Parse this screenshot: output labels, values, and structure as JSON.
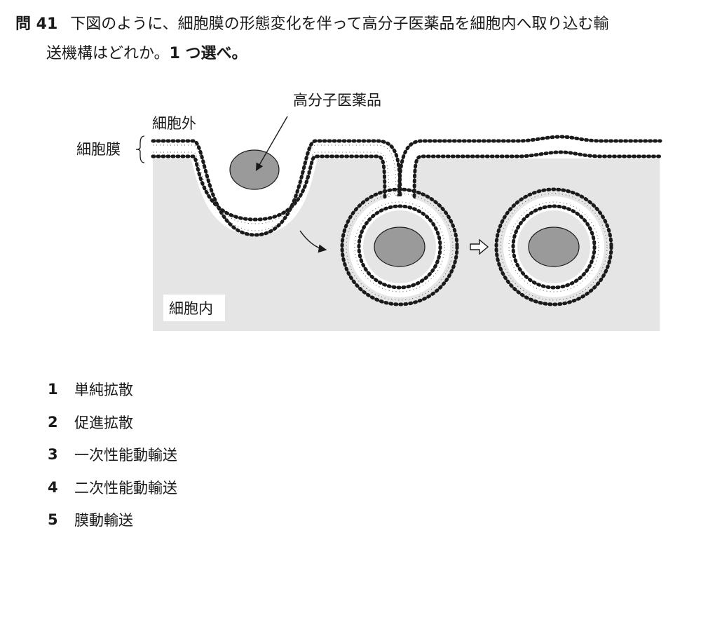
{
  "question": {
    "number": "問 41",
    "line1": "下図のように、細胞膜の形態変化を伴って高分子医薬品を細胞内へ取り込む輸",
    "line2_main": "送機構はどれか。",
    "line2_emph": "1 つ選べ。"
  },
  "figure": {
    "label_drug": "高分子医薬品",
    "label_outside": "細胞外",
    "label_membrane": "細胞膜",
    "label_inside": "細胞内",
    "colors": {
      "cytoplasm": "#e5e5e5",
      "drug": "#9a9a9a",
      "lipid": "#1a1a1a"
    }
  },
  "choices": [
    {
      "num": "1",
      "text": "単純拡散"
    },
    {
      "num": "2",
      "text": "促進拡散"
    },
    {
      "num": "3",
      "text": "一次性能動輸送"
    },
    {
      "num": "4",
      "text": "二次性能動輸送"
    },
    {
      "num": "5",
      "text": "膜動輸送"
    }
  ]
}
